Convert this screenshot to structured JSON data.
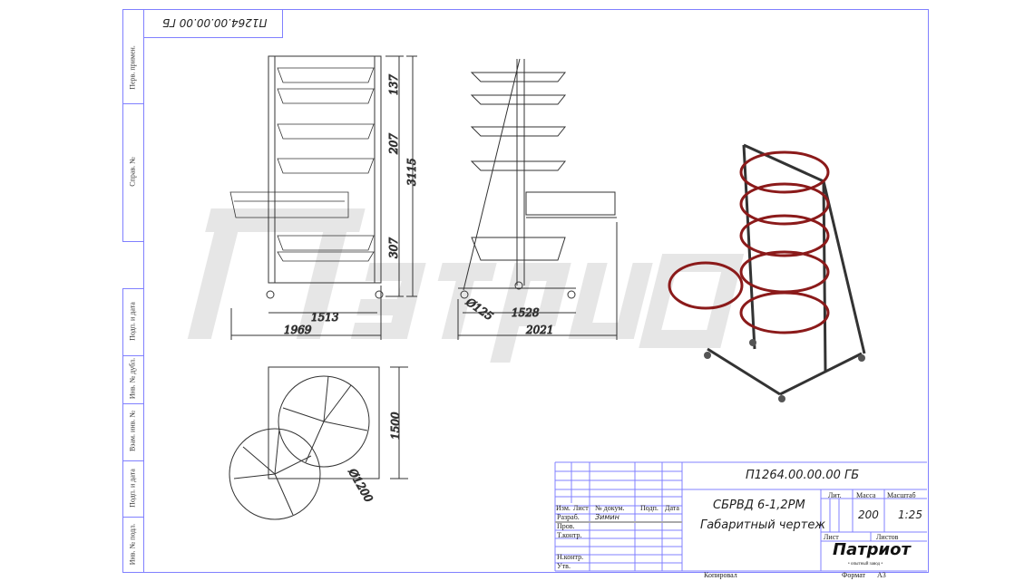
{
  "stamp_rotated": "П1264.00.00.00 ГБ",
  "margin_labels": [
    "Перв. примен.",
    "Справ. №",
    "Подп. и дата",
    "Инв. № дубл.",
    "Взам. инв. №",
    "Подп. и дата",
    "Инв. № подл."
  ],
  "dimensions": {
    "d137": "137",
    "d207": "207",
    "d307": "307",
    "d3115": "3115",
    "d1513": "1513",
    "d1969": "1969",
    "d125": "Ø125",
    "d1528": "1528",
    "d2021": "2021",
    "d1500": "1500",
    "d1200": "Ø1200"
  },
  "watermark": "Патриот",
  "title_block": {
    "designation": "П1264.00.00.00 ГБ",
    "name_line1": "СБРВД 6-1,2РМ",
    "name_line2": "Габаритный чертеж",
    "headers": {
      "izm": "Изм.",
      "list": "Лист",
      "doc": "№ докум.",
      "podp": "Подп.",
      "data": "Дата"
    },
    "rows": [
      "Разраб.",
      "Пров.",
      "Т.контр.",
      "Н.контр.",
      "Утв."
    ],
    "developer": "Зимин",
    "lit": "Лит.",
    "mass_label": "Масса",
    "scale_label": "Масштаб",
    "mass": "200",
    "scale": "1:25",
    "sheet": "Лист",
    "sheets": "Листов",
    "logo": "Патриот",
    "logo_sub": "• опытный завод •"
  },
  "footer": {
    "copied": "Копировал",
    "format_label": "Формат",
    "format": "А3"
  }
}
